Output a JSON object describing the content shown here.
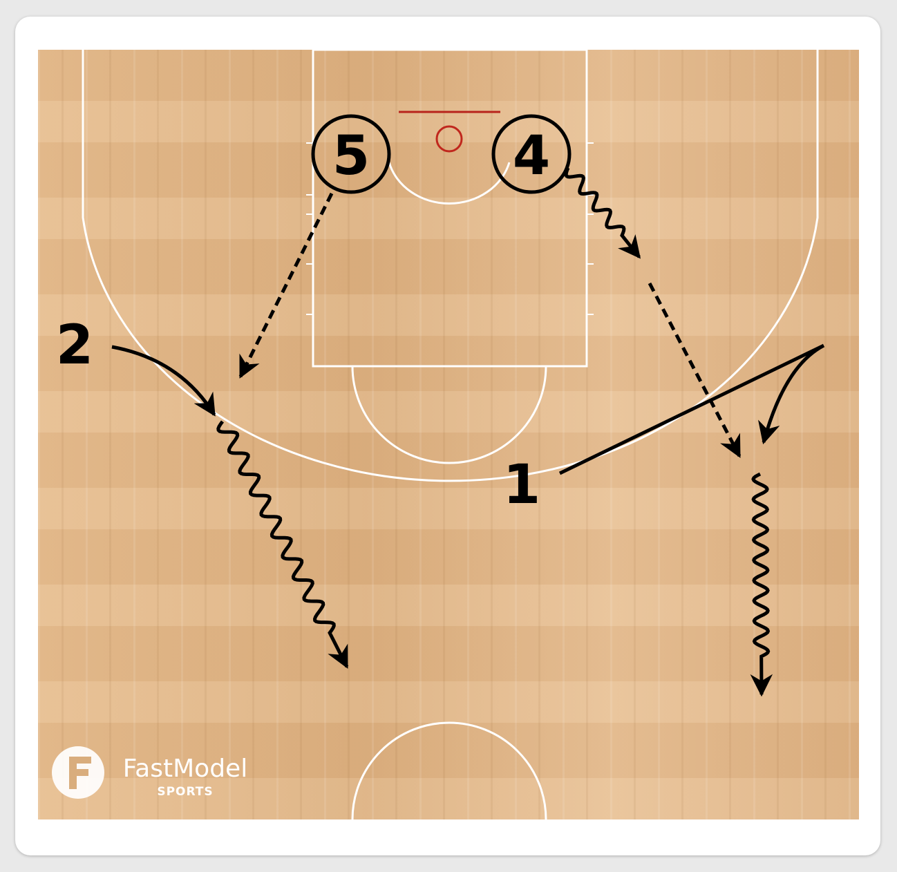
{
  "players": [
    {
      "id": "5",
      "label": "5",
      "circled": true
    },
    {
      "id": "4",
      "label": "4",
      "circled": true
    },
    {
      "id": "2",
      "label": "2",
      "circled": false
    },
    {
      "id": "1",
      "label": "1",
      "circled": false
    }
  ],
  "logo": {
    "name": "FastModel",
    "sub": "SPORTS"
  },
  "colors": {
    "court": "#e3b98a",
    "lines": "#ffffff",
    "rim": "#c0271d",
    "ink": "#000000"
  }
}
